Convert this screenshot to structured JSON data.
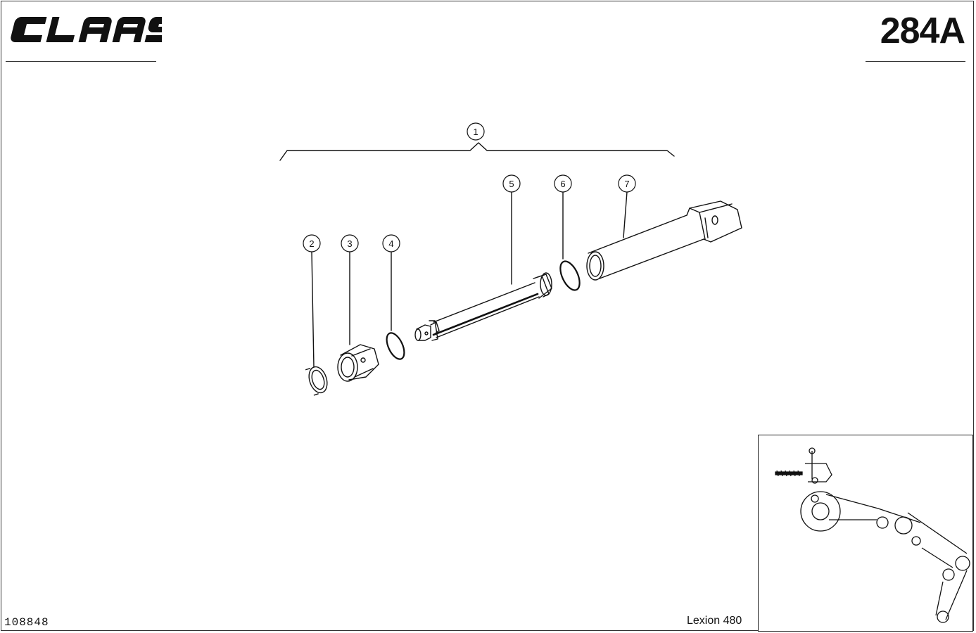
{
  "header": {
    "brand": "CLAAS",
    "page_number": "284A"
  },
  "footer": {
    "drawing_number": "108848",
    "model": "Lexion 480"
  },
  "callouts": [
    {
      "number": "1",
      "part": "assembly"
    },
    {
      "number": "2",
      "part": "ring"
    },
    {
      "number": "3",
      "part": "nut"
    },
    {
      "number": "4",
      "part": "o-ring"
    },
    {
      "number": "5",
      "part": "piston-rod"
    },
    {
      "number": "6",
      "part": "o-ring"
    },
    {
      "number": "7",
      "part": "cylinder-tube"
    }
  ],
  "colors": {
    "line": "#111111",
    "paper": "#ffffff"
  }
}
